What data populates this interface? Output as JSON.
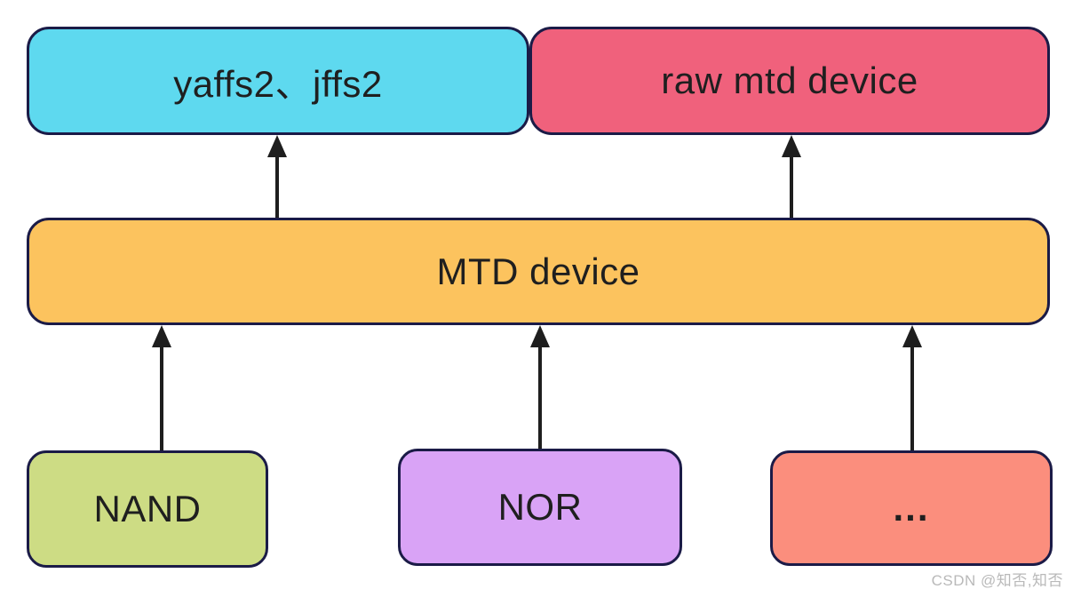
{
  "diagram": {
    "nodes": {
      "yaffs2_jffs2": {
        "label": "yaffs2、jffs2",
        "fill": "#5ed9ef"
      },
      "raw_mtd_device": {
        "label": "raw mtd device",
        "fill": "#f0617c"
      },
      "mtd_device": {
        "label": "MTD device",
        "fill": "#fcc35e"
      },
      "nand": {
        "label": "NAND",
        "fill": "#cddc84"
      },
      "nor": {
        "label": "NOR",
        "fill": "#d9a3f6"
      },
      "others": {
        "label": "...",
        "fill": "#fb8e7d"
      }
    },
    "edges": [
      {
        "from": "MTD device",
        "to": "yaffs2、jffs2",
        "direction": "up"
      },
      {
        "from": "MTD device",
        "to": "raw mtd device",
        "direction": "up"
      },
      {
        "from": "NAND",
        "to": "MTD device",
        "direction": "up"
      },
      {
        "from": "NOR",
        "to": "MTD device",
        "direction": "up"
      },
      {
        "from": "...",
        "to": "MTD device",
        "direction": "up"
      }
    ],
    "colors": {
      "border": "#1b1b47",
      "arrow": "#1e1e1e",
      "text": "#1f1f1f",
      "background": "#ffffff"
    }
  },
  "watermark": {
    "text": "CSDN @知否,知否",
    "color": "#b9b9b9"
  }
}
